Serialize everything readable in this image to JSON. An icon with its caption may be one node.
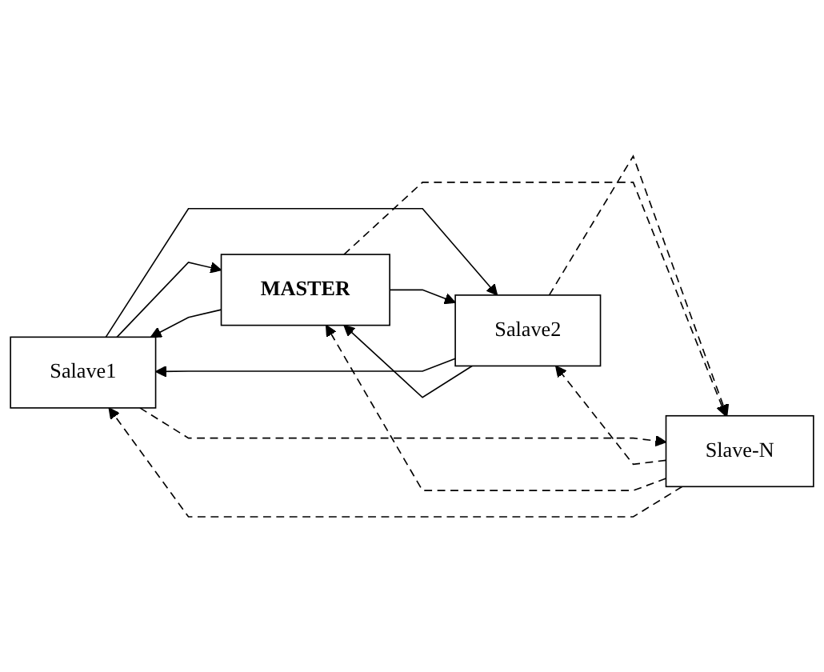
{
  "diagram": {
    "nodes": [
      {
        "text": [
          "Salave1"
        ]
      },
      {
        "text": [
          "Salave2"
        ]
      },
      {
        "text": [
          "Slave-N"
        ]
      },
      {
        "text": [
          "MASTER"
        ]
      }
    ],
    "edges": [
      {
        "from": 3,
        "to": 0,
        "arrow": "to"
      },
      {
        "from": 0,
        "to": 3,
        "arrow": "to"
      },
      {
        "from": 0,
        "to": 1,
        "arrow": "to"
      },
      {
        "from": 1,
        "to": 0,
        "arrow": "to"
      },
      {
        "from": 3,
        "to": 1,
        "arrow": "to"
      },
      {
        "from": 1,
        "to": 3,
        "arrow": "to"
      },
      {
        "from": 1,
        "to": 2,
        "arrow": "to",
        "style": "dashed"
      },
      {
        "from": 2,
        "to": 1,
        "arrow": "to",
        "style": "dashed"
      },
      {
        "from": 2,
        "to": 3,
        "arrow": "to",
        "style": "dashed"
      },
      {
        "from": 3,
        "to": 2,
        "arrow": "to",
        "style": "dashed"
      },
      {
        "from": 2,
        "to": 0,
        "arrow": "to",
        "style": "dashed"
      },
      {
        "from": 0,
        "to": 2,
        "arrow": "to",
        "style": "dashed"
      }
    ]
  }
}
